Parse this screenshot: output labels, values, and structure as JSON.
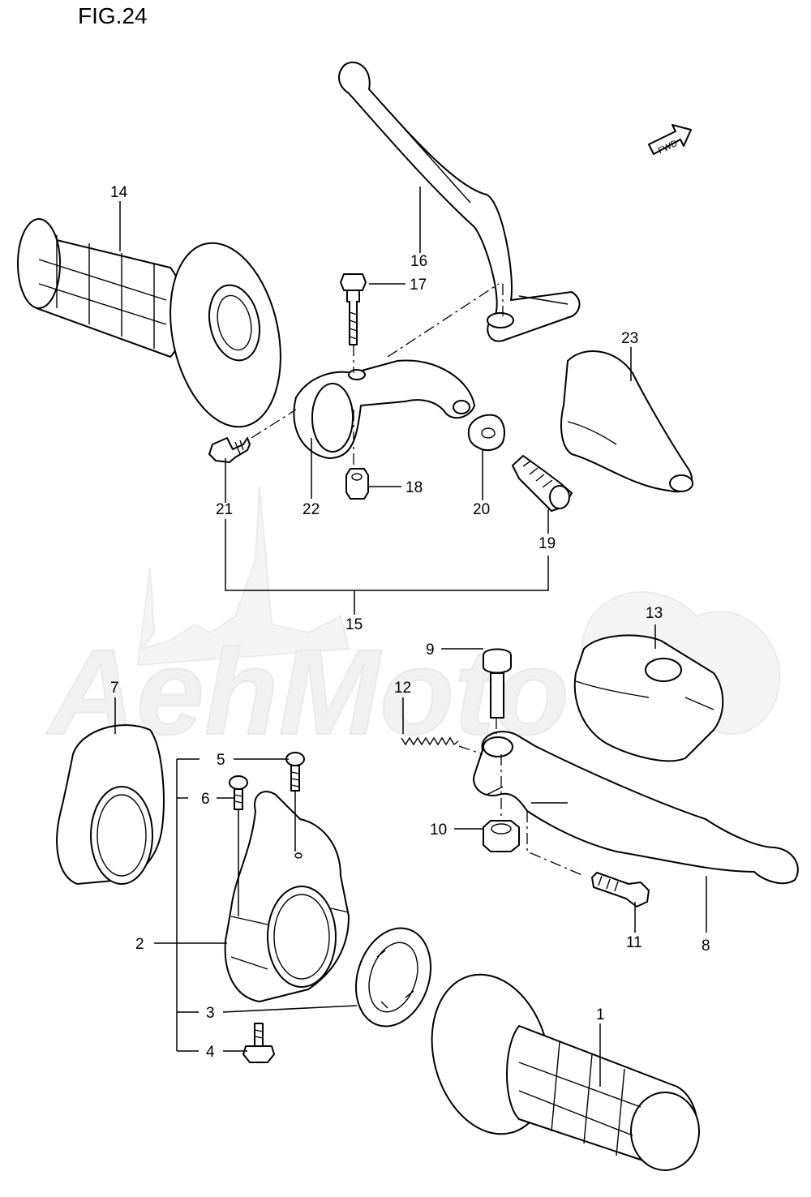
{
  "figure": {
    "title": "FIG.24"
  },
  "fwd_label": "FWD",
  "watermark": "AehMoto",
  "callouts": {
    "c1": "1",
    "c2": "2",
    "c3": "3",
    "c4": "4",
    "c5": "5",
    "c6": "6",
    "c7": "7",
    "c8": "8",
    "c9": "9",
    "c10": "10",
    "c11": "11",
    "c12": "12",
    "c13": "13",
    "c14": "14",
    "c15": "15",
    "c16": "16",
    "c17": "17",
    "c18": "18",
    "c19": "19",
    "c20": "20",
    "c21": "21",
    "c22": "22",
    "c23": "23"
  }
}
